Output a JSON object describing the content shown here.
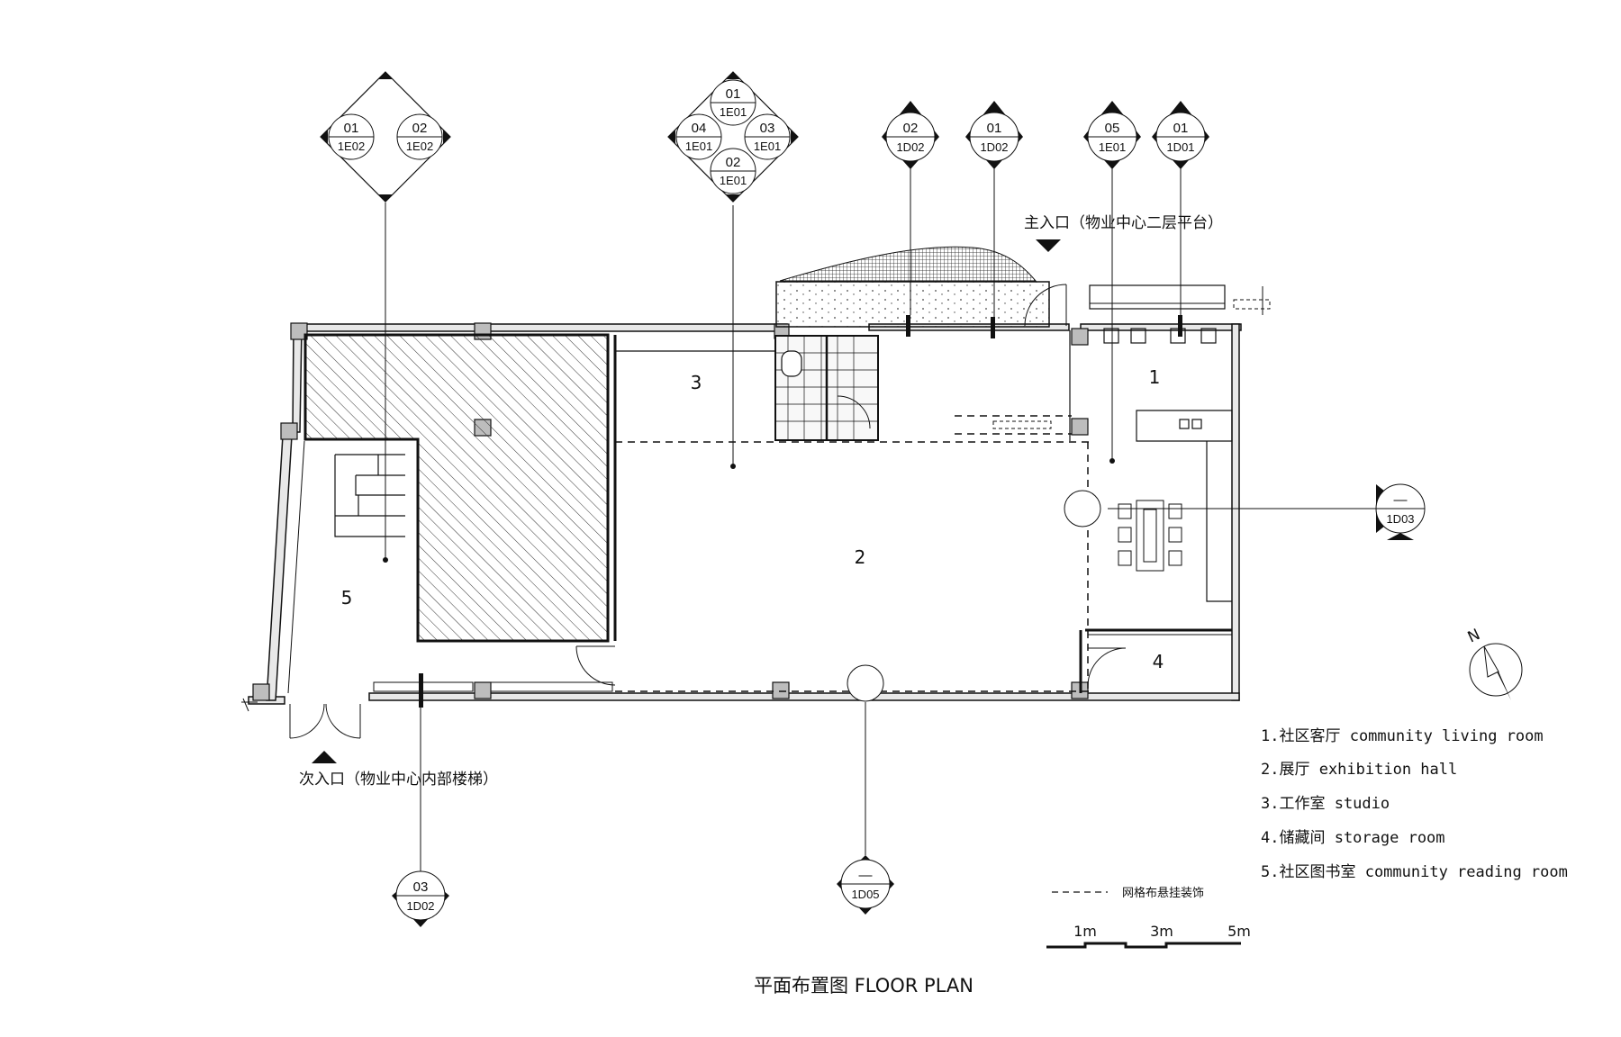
{
  "plan": {
    "title": "平面布置图 FLOOR PLAN",
    "main_entrance": "主入口（物业中心二层平台）",
    "secondary_entrance": "次入口（物业中心内部楼梯）",
    "rooms": {
      "r1": "1",
      "r2": "2",
      "r3": "3",
      "r4": "4",
      "r5": "5"
    },
    "north": "N"
  },
  "legend": {
    "items": [
      "1.社区客厅 community living room",
      "2.展厅 exhibition hall",
      "3.工作室 studio",
      "4.储藏间 storage room",
      "5.社区图书室 community reading room"
    ],
    "dashed_line_label": "网格布悬挂装饰"
  },
  "scale": {
    "l1": "1m",
    "l2": "3m",
    "l3": "5m"
  },
  "tags": {
    "k1a": {
      "n": "01",
      "s": "1E02"
    },
    "k1b": {
      "n": "02",
      "s": "1E02"
    },
    "k2t": {
      "n": "01",
      "s": "1E01"
    },
    "k2l": {
      "n": "04",
      "s": "1E01"
    },
    "k2r": {
      "n": "03",
      "s": "1E01"
    },
    "k2b": {
      "n": "02",
      "s": "1E01"
    },
    "t1": {
      "n": "02",
      "s": "1D02"
    },
    "t2": {
      "n": "01",
      "s": "1D02"
    },
    "t3": {
      "n": "05",
      "s": "1E01"
    },
    "t4": {
      "n": "01",
      "s": "1D01"
    },
    "t5": {
      "n": "—",
      "s": "1D03"
    },
    "t6": {
      "n": "03",
      "s": "1D02"
    },
    "t7": {
      "n": "—",
      "s": "1D05"
    }
  }
}
